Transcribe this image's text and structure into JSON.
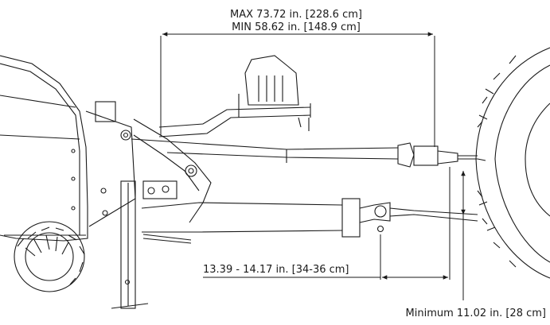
{
  "dimensions": {
    "max_length": "MAX 73.72 in. [228.6 cm]",
    "min_length": "MIN 58.62 in. [148.9 cm]",
    "hitch_range": "13.39 - 14.17 in. [34-36 cm]",
    "min_height": "Minimum 11.02 in. [28 cm]"
  },
  "colors": {
    "line": "#1a1a1a",
    "background": "#ffffff"
  }
}
